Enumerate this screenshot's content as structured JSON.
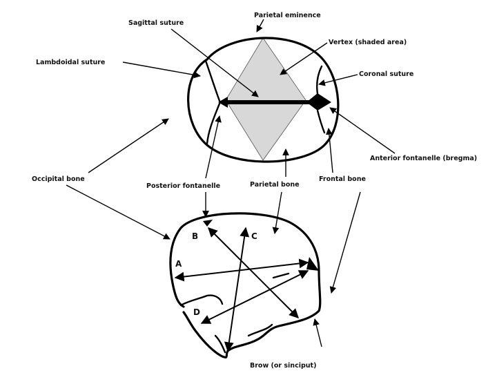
{
  "labels": {
    "parietal_eminence": "Parietal eminence",
    "sagittal_suture": "Sagittal suture",
    "vertex": "Vertex (shaded area)",
    "lambdoidal_suture": "Lambdoidal suture",
    "coronal_suture": "Coronal suture",
    "anterior_fontanelle": "Anterior fontanelle (bregma)",
    "occipital_bone": "Occipital bone",
    "posterior_fontanelle": "Posterior fontanelle",
    "parietal_bone": "Parietal bone",
    "frontal_bone": "Frontal bone",
    "brow": "Brow (or sinciput)"
  },
  "diameters": {
    "a": "A",
    "b": "B",
    "c": "C",
    "d": "D"
  },
  "colors": {
    "vertex_fill": "#d8d8d8",
    "ink": "#000000"
  }
}
